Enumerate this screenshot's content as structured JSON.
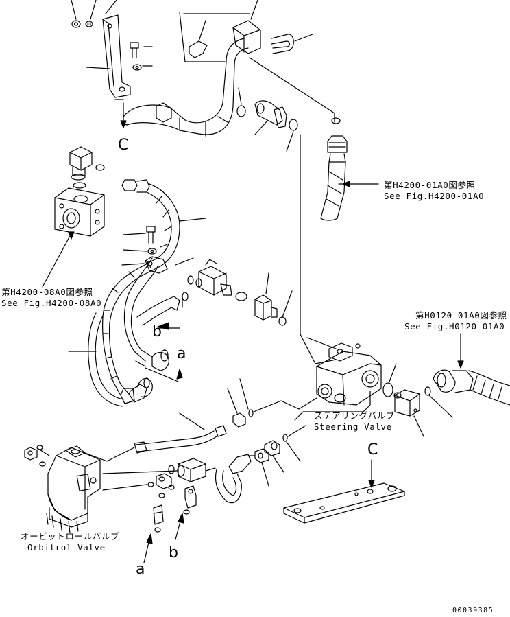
{
  "references": {
    "h4200_01a0_jp": "第H4200-01A0図参照",
    "h4200_01a0_en": "See Fig.H4200-01A0",
    "h4200_08a0_jp": "第H4200-08A0図参照",
    "h4200_08a0_en": "See Fig.H4200-08A0",
    "h0120_01a0_jp": "第H0120-01A0図参照",
    "h0120_01a0_en": "See Fig.H0120-01A0"
  },
  "components": {
    "steering_valve_jp": "ステアリングバルブ",
    "steering_valve_en": "Steering Valve",
    "orbitrol_valve_jp": "オービットロールバルブ",
    "orbitrol_valve_en": "Orbitrol Valve"
  },
  "markers": {
    "c_upper": "C",
    "c_lower": "C",
    "a_upper": "a",
    "b_upper": "b",
    "a_lower": "a",
    "b_lower": "b"
  },
  "serial": "00039385"
}
